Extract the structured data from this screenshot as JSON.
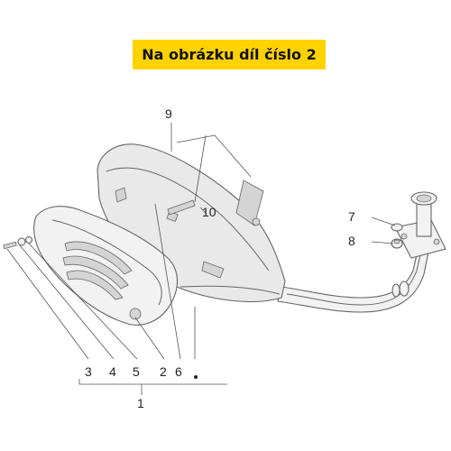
{
  "banner": {
    "text": "Na obrázku díl číslo 2"
  },
  "callouts": {
    "c9": "9",
    "c10": "10",
    "c7": "7",
    "c8": "8",
    "c3": "3",
    "c4": "4",
    "c5": "5",
    "c2": "2",
    "c6": "6",
    "c1": "1"
  },
  "colors": {
    "banner_bg": "#ffd200",
    "line": "#666666",
    "part_fill": "#e9e9e9"
  }
}
